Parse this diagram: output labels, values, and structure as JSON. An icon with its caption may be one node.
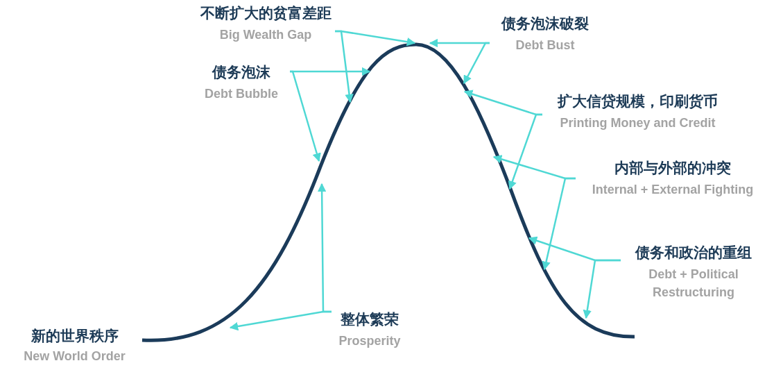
{
  "diagram": {
    "nodes": [
      {
        "text": [
          "整体繁荣",
          "Prosperity"
        ]
      },
      {
        "text": [
          "债务泡沫",
          "Debt Bubble"
        ]
      },
      {
        "text": [
          "不断扩大的贫富差距",
          "Big Wealth Gap"
        ]
      },
      {
        "text": [
          "债务泡沫破裂",
          "Debt Bust"
        ]
      },
      {
        "text": [
          "扩大信贷规模，印刷货币",
          "Printing Money and Credit"
        ]
      },
      {
        "text": [
          "内部与外部的冲突",
          "Internal + External Fighting"
        ]
      },
      {
        "text": [
          "债务和政治的重组",
          "Debt + Political Restructuring"
        ]
      }
    ],
    "edges": [
      {
        "from": 0,
        "to": null,
        "arrow": "to"
      },
      {
        "from": 0,
        "to": null,
        "arrow": "to"
      },
      {
        "from": 1,
        "to": null,
        "arrow": "to"
      },
      {
        "from": 1,
        "to": null,
        "arrow": "to"
      },
      {
        "from": 2,
        "to": null,
        "arrow": "to"
      },
      {
        "from": 2,
        "to": null,
        "arrow": "to"
      },
      {
        "from": 3,
        "to": null,
        "arrow": "to"
      },
      {
        "from": 3,
        "to": null,
        "arrow": "to"
      },
      {
        "from": 4,
        "to": null,
        "arrow": "to"
      },
      {
        "from": 4,
        "to": null,
        "arrow": "to"
      },
      {
        "from": 5,
        "to": null,
        "arrow": "to"
      },
      {
        "from": 5,
        "to": null,
        "arrow": "to"
      },
      {
        "from": 6,
        "to": null,
        "arrow": "to"
      },
      {
        "from": 6,
        "to": null,
        "arrow": "to"
      }
    ],
    "labels": [
      "新的世界秩序",
      "New World Order"
    ]
  }
}
